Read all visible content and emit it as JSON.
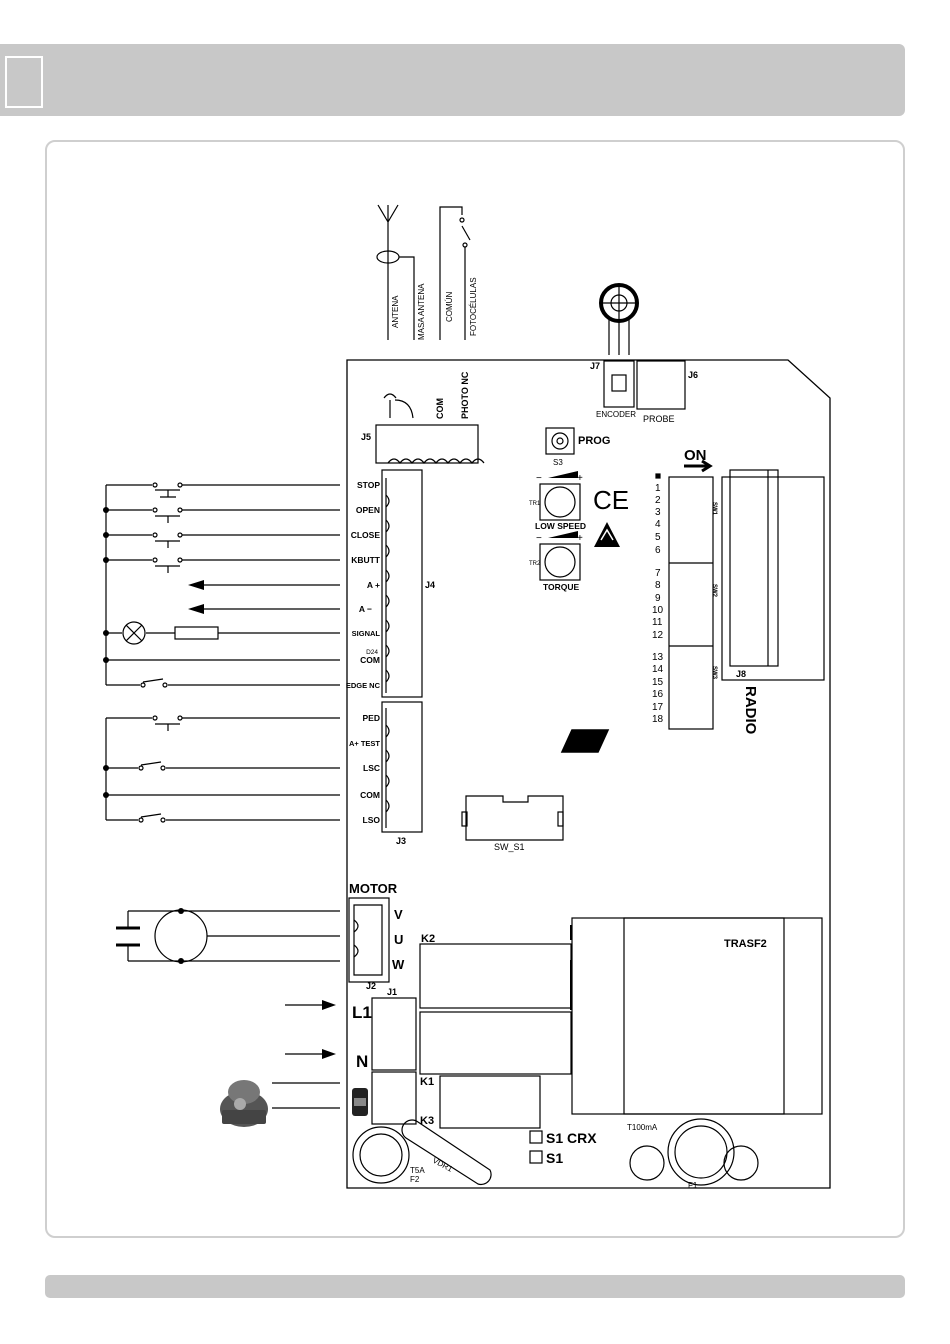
{
  "wires": {
    "antena": "ANTENA",
    "masa_antena": "MASA ANTENA",
    "comun": "COMÚN",
    "fotocelulas": "FOTOCÉLULAS"
  },
  "connectors": {
    "j5": "J5",
    "j5_com": "COM",
    "j5_photo": "PHOTO NC",
    "j4": "J4",
    "j3": "J3",
    "j7": "J7",
    "j6": "J6",
    "j8": "J8",
    "j2": "J2",
    "j1": "J1",
    "encoder": "ENCODER",
    "probe": "PROBE"
  },
  "j4_terminals": [
    "STOP",
    "OPEN",
    "CLOSE",
    "KBUTT",
    "A +",
    "A −",
    "SIGNAL",
    "COM",
    "EDGE NC"
  ],
  "signal_sub": "D24",
  "j3_terminals": [
    "PED",
    "A+ TEST",
    "LSC",
    "COM",
    "LSO"
  ],
  "prog": {
    "label": "PROG",
    "id": "S3"
  },
  "trimmers": {
    "tr1": "TR1",
    "tr1_label": "LOW SPEED",
    "tr2": "TR2",
    "tr2_label": "TORQUE",
    "minus": "−",
    "plus": "+"
  },
  "ce_mark": "CE",
  "dip": {
    "on_label": "ON",
    "numbers": [
      "1",
      "2",
      "3",
      "4",
      "5",
      "6",
      "7",
      "8",
      "9",
      "10",
      "11",
      "12",
      "13",
      "14",
      "15",
      "16",
      "17",
      "18"
    ],
    "sw1": "SW1",
    "sw2": "SW2",
    "sw3": "SW3"
  },
  "radio": "RADIO",
  "sw_s1": "SW_S1",
  "motor": {
    "title": "MOTOR",
    "v": "V",
    "u": "U",
    "w": "W"
  },
  "power": {
    "l1": "L1",
    "n": "N"
  },
  "relays": {
    "k1": "K1",
    "k2": "K2",
    "k3": "K3"
  },
  "transformer": "TRASF2",
  "fuses": {
    "t100": "T100mA",
    "f1": "F1",
    "t5a": "T5A",
    "f2": "F2",
    "vdr": "VDR1"
  },
  "models": [
    "S1 CRX",
    "S1"
  ]
}
